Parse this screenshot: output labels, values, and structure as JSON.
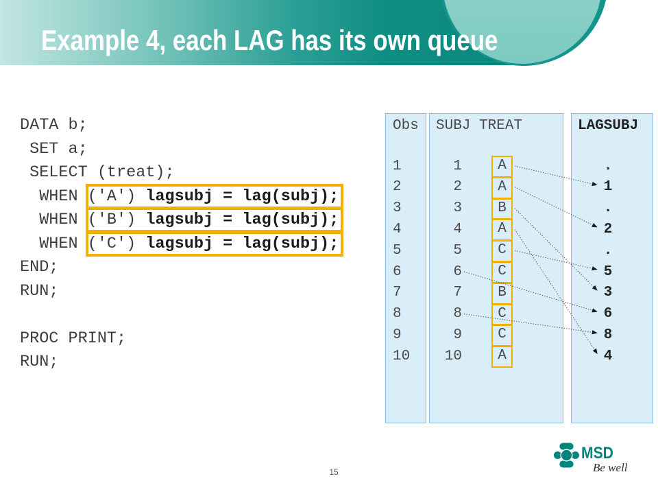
{
  "slide": {
    "title": "Example 4, each LAG has its own queue",
    "page_number": "15"
  },
  "code": {
    "lines": [
      {
        "text": "DATA b;"
      },
      {
        "text": " SET a;"
      },
      {
        "text": " SELECT (treat);"
      },
      {
        "text": "  WHEN ",
        "cond": "('A')",
        "bold": "lagsubj = lag(subj);"
      },
      {
        "text": "  WHEN ",
        "cond": "('B')",
        "bold": "lagsubj = lag(subj);"
      },
      {
        "text": "  WHEN ",
        "cond": "('C')",
        "bold": "lagsubj = lag(subj);"
      },
      {
        "text": "END;"
      },
      {
        "text": "RUN;"
      },
      {
        "text": ""
      },
      {
        "text": "PROC PRINT;"
      },
      {
        "text": "RUN;"
      }
    ]
  },
  "output": {
    "headers": {
      "obs": "Obs",
      "subj": "SUBJ",
      "treat": "TREAT",
      "lagsubj": "LAGSUBJ"
    },
    "rows": [
      {
        "obs": "1",
        "subj": "1",
        "treat": "A",
        "lagsubj": "."
      },
      {
        "obs": "2",
        "subj": "2",
        "treat": "A",
        "lagsubj": "1"
      },
      {
        "obs": "3",
        "subj": "3",
        "treat": "B",
        "lagsubj": "."
      },
      {
        "obs": "4",
        "subj": "4",
        "treat": "A",
        "lagsubj": "2"
      },
      {
        "obs": "5",
        "subj": "5",
        "treat": "C",
        "lagsubj": "."
      },
      {
        "obs": "6",
        "subj": "6",
        "treat": "C",
        "lagsubj": "5"
      },
      {
        "obs": "7",
        "subj": "7",
        "treat": "B",
        "lagsubj": "3"
      },
      {
        "obs": "8",
        "subj": "8",
        "treat": "C",
        "lagsubj": "6"
      },
      {
        "obs": "9",
        "subj": "9",
        "treat": "C",
        "lagsubj": "8"
      },
      {
        "obs": "10",
        "subj": "10",
        "treat": "A",
        "lagsubj": "4"
      }
    ]
  },
  "logo": {
    "brand": "MSD",
    "tagline": "Be well",
    "icon": "msd-logo-icon"
  },
  "colors": {
    "banner_light": "#c2e6e2",
    "banner_dark": "#0d8c82",
    "title_text": "#ffffff",
    "highlight_box": "#f4b000",
    "panel_background": "#d9eef8",
    "panel_border": "#85bedc",
    "logo": "#00857c"
  }
}
